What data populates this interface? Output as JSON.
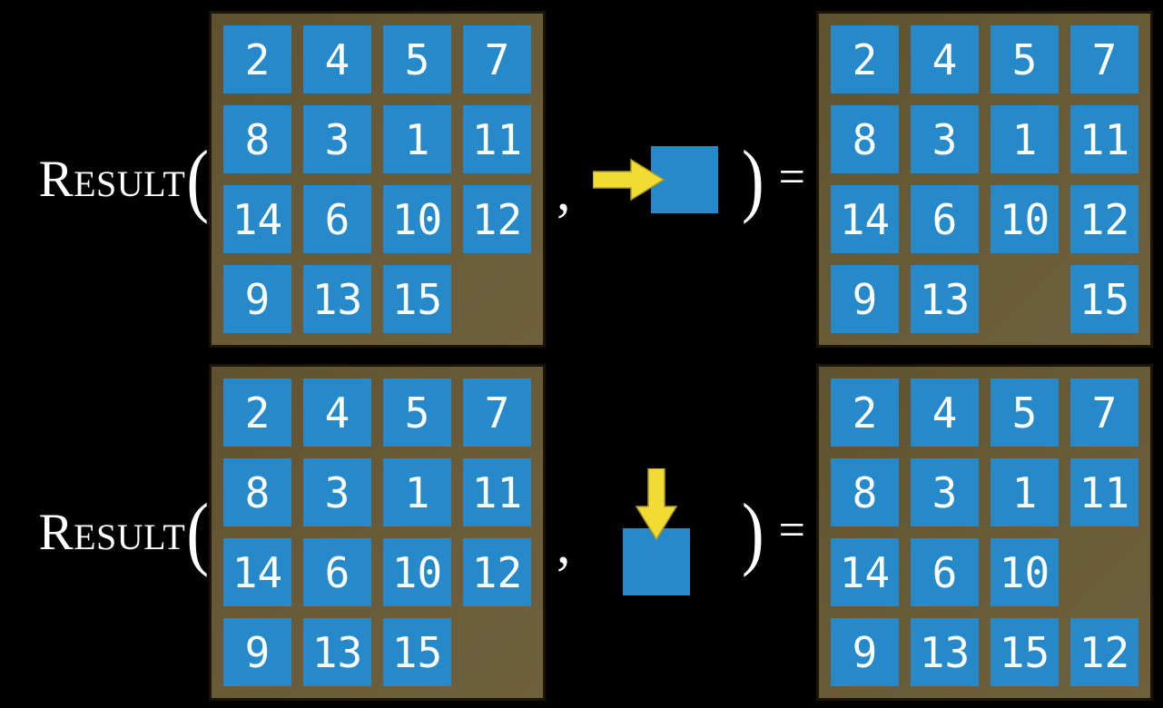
{
  "colors": {
    "background": "#000000",
    "board_bg": "#665735",
    "board_border": "#1a1409",
    "tile_bg": "#2589CA",
    "tile_text": "#FFFFFF",
    "arrow_fill": "#F2DC31",
    "arrow_stroke": "#AB9C25",
    "text": "#FFFFFF"
  },
  "rows": [
    {
      "function_name": "Result",
      "open_paren": "(",
      "comma": ",",
      "close_paren": ")",
      "equals": "=",
      "action": {
        "direction": "right",
        "icon": "move-right-arrow-icon"
      },
      "input_grid": [
        [
          "2",
          "4",
          "5",
          "7"
        ],
        [
          "8",
          "3",
          "1",
          "11"
        ],
        [
          "14",
          "6",
          "10",
          "12"
        ],
        [
          "9",
          "13",
          "15",
          ""
        ]
      ],
      "output_grid": [
        [
          "2",
          "4",
          "5",
          "7"
        ],
        [
          "8",
          "3",
          "1",
          "11"
        ],
        [
          "14",
          "6",
          "10",
          "12"
        ],
        [
          "9",
          "13",
          "",
          "15"
        ]
      ]
    },
    {
      "function_name": "Result",
      "open_paren": "(",
      "comma": ",",
      "close_paren": ")",
      "equals": "=",
      "action": {
        "direction": "down",
        "icon": "move-down-arrow-icon"
      },
      "input_grid": [
        [
          "2",
          "4",
          "5",
          "7"
        ],
        [
          "8",
          "3",
          "1",
          "11"
        ],
        [
          "14",
          "6",
          "10",
          "12"
        ],
        [
          "9",
          "13",
          "15",
          ""
        ]
      ],
      "output_grid": [
        [
          "2",
          "4",
          "5",
          "7"
        ],
        [
          "8",
          "3",
          "1",
          "11"
        ],
        [
          "14",
          "6",
          "10",
          ""
        ],
        [
          "9",
          "13",
          "15",
          "12"
        ]
      ]
    }
  ]
}
